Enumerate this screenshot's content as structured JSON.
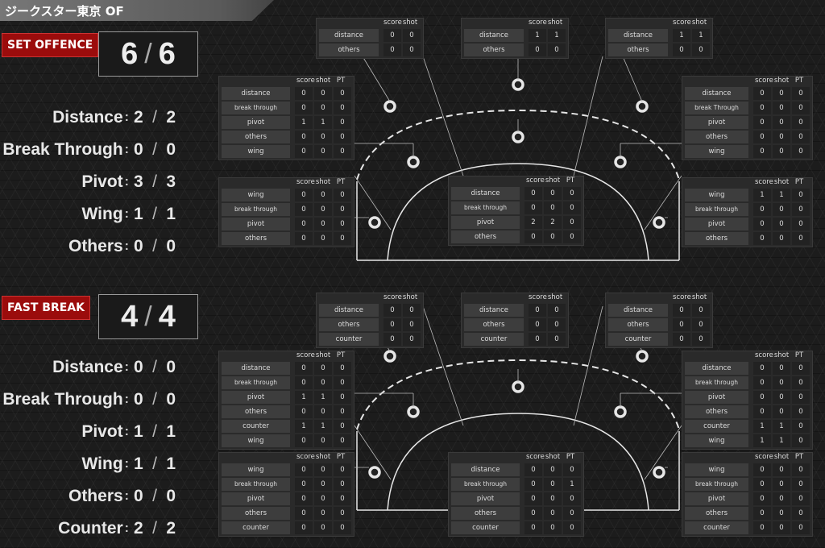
{
  "header": {
    "title": "ジークスター東京 OF"
  },
  "sections": [
    {
      "id": "set",
      "label": "SET OFFENCE",
      "total": {
        "a": "6",
        "b": "6"
      },
      "stats": [
        {
          "label": "Distance",
          "a": "2",
          "b": "2"
        },
        {
          "label": "Break Through",
          "a": "0",
          "b": "0"
        },
        {
          "label": "Pivot",
          "a": "3",
          "b": "3"
        },
        {
          "label": "Wing",
          "a": "1",
          "b": "1"
        },
        {
          "label": "Others",
          "a": "0",
          "b": "0"
        }
      ],
      "tables": {
        "top_left": {
          "cols": [
            "score",
            "shot"
          ],
          "rows": [
            [
              "distance",
              "0",
              "0"
            ],
            [
              "others",
              "0",
              "0"
            ]
          ]
        },
        "top_center": {
          "cols": [
            "score",
            "shot"
          ],
          "rows": [
            [
              "distance",
              "1",
              "1"
            ],
            [
              "others",
              "0",
              "0"
            ]
          ]
        },
        "top_right": {
          "cols": [
            "score",
            "shot"
          ],
          "rows": [
            [
              "distance",
              "1",
              "1"
            ],
            [
              "others",
              "0",
              "0"
            ]
          ]
        },
        "mid_left": {
          "cols": [
            "score",
            "shot",
            "PT"
          ],
          "rows": [
            [
              "distance",
              "0",
              "0",
              "0"
            ],
            [
              "break through",
              "0",
              "0",
              "0"
            ],
            [
              "pivot",
              "1",
              "1",
              "0"
            ],
            [
              "others",
              "0",
              "0",
              "0"
            ],
            [
              "wing",
              "0",
              "0",
              "0"
            ]
          ]
        },
        "mid_right": {
          "cols": [
            "score",
            "shot",
            "PT"
          ],
          "rows": [
            [
              "distance",
              "0",
              "0",
              "0"
            ],
            [
              "break Through",
              "0",
              "0",
              "0"
            ],
            [
              "pivot",
              "0",
              "0",
              "0"
            ],
            [
              "others",
              "0",
              "0",
              "0"
            ],
            [
              "wing",
              "0",
              "0",
              "0"
            ]
          ]
        },
        "low_left": {
          "cols": [
            "score",
            "shot",
            "PT"
          ],
          "rows": [
            [
              "wing",
              "0",
              "0",
              "0"
            ],
            [
              "break through",
              "0",
              "0",
              "0"
            ],
            [
              "pivot",
              "0",
              "0",
              "0"
            ],
            [
              "others",
              "0",
              "0",
              "0"
            ]
          ]
        },
        "center": {
          "cols": [
            "score",
            "shot",
            "PT"
          ],
          "rows": [
            [
              "distance",
              "0",
              "0",
              "0"
            ],
            [
              "break through",
              "0",
              "0",
              "0"
            ],
            [
              "pivot",
              "2",
              "2",
              "0"
            ],
            [
              "others",
              "0",
              "0",
              "0"
            ]
          ]
        },
        "low_right": {
          "cols": [
            "score",
            "shot",
            "PT"
          ],
          "rows": [
            [
              "wing",
              "1",
              "1",
              "0"
            ],
            [
              "break through",
              "0",
              "0",
              "0"
            ],
            [
              "pivot",
              "0",
              "0",
              "0"
            ],
            [
              "others",
              "0",
              "0",
              "0"
            ]
          ]
        }
      }
    },
    {
      "id": "fast",
      "label": "FAST BREAK",
      "total": {
        "a": "4",
        "b": "4"
      },
      "stats": [
        {
          "label": "Distance",
          "a": "0",
          "b": "0"
        },
        {
          "label": "Break Through",
          "a": "0",
          "b": "0"
        },
        {
          "label": "Pivot",
          "a": "1",
          "b": "1"
        },
        {
          "label": "Wing",
          "a": "1",
          "b": "1"
        },
        {
          "label": "Others",
          "a": "0",
          "b": "0"
        },
        {
          "label": "Counter",
          "a": "2",
          "b": "2"
        }
      ],
      "tables": {
        "top_left": {
          "cols": [
            "score",
            "shot"
          ],
          "rows": [
            [
              "distance",
              "0",
              "0"
            ],
            [
              "others",
              "0",
              "0"
            ],
            [
              "counter",
              "0",
              "0"
            ]
          ]
        },
        "top_center": {
          "cols": [
            "score",
            "shot"
          ],
          "rows": [
            [
              "distance",
              "0",
              "0"
            ],
            [
              "others",
              "0",
              "0"
            ],
            [
              "counter",
              "0",
              "0"
            ]
          ]
        },
        "top_right": {
          "cols": [
            "score",
            "shot"
          ],
          "rows": [
            [
              "distance",
              "0",
              "0"
            ],
            [
              "others",
              "0",
              "0"
            ],
            [
              "counter",
              "0",
              "0"
            ]
          ]
        },
        "mid_left": {
          "cols": [
            "score",
            "shot",
            "PT"
          ],
          "rows": [
            [
              "distance",
              "0",
              "0",
              "0"
            ],
            [
              "break through",
              "0",
              "0",
              "0"
            ],
            [
              "pivot",
              "1",
              "1",
              "0"
            ],
            [
              "others",
              "0",
              "0",
              "0"
            ],
            [
              "counter",
              "1",
              "1",
              "0"
            ],
            [
              "wing",
              "0",
              "0",
              "0"
            ]
          ]
        },
        "mid_right": {
          "cols": [
            "score",
            "shot",
            "PT"
          ],
          "rows": [
            [
              "distance",
              "0",
              "0",
              "0"
            ],
            [
              "break through",
              "0",
              "0",
              "0"
            ],
            [
              "pivot",
              "0",
              "0",
              "0"
            ],
            [
              "others",
              "0",
              "0",
              "0"
            ],
            [
              "counter",
              "1",
              "1",
              "0"
            ],
            [
              "wing",
              "1",
              "1",
              "0"
            ]
          ]
        },
        "low_left": {
          "cols": [
            "score",
            "shot",
            "PT"
          ],
          "rows": [
            [
              "wing",
              "0",
              "0",
              "0"
            ],
            [
              "break through",
              "0",
              "0",
              "0"
            ],
            [
              "pivot",
              "0",
              "0",
              "0"
            ],
            [
              "others",
              "0",
              "0",
              "0"
            ],
            [
              "counter",
              "0",
              "0",
              "0"
            ]
          ]
        },
        "center": {
          "cols": [
            "score",
            "shot",
            "PT"
          ],
          "rows": [
            [
              "distance",
              "0",
              "0",
              "0"
            ],
            [
              "break through",
              "0",
              "0",
              "1"
            ],
            [
              "pivot",
              "0",
              "0",
              "0"
            ],
            [
              "others",
              "0",
              "0",
              "0"
            ],
            [
              "counter",
              "0",
              "0",
              "0"
            ]
          ]
        },
        "low_right": {
          "cols": [
            "score",
            "shot",
            "PT"
          ],
          "rows": [
            [
              "wing",
              "0",
              "0",
              "0"
            ],
            [
              "break through",
              "0",
              "0",
              "0"
            ],
            [
              "pivot",
              "0",
              "0",
              "0"
            ],
            [
              "others",
              "0",
              "0",
              "0"
            ],
            [
              "counter",
              "0",
              "0",
              "0"
            ]
          ]
        }
      }
    }
  ]
}
